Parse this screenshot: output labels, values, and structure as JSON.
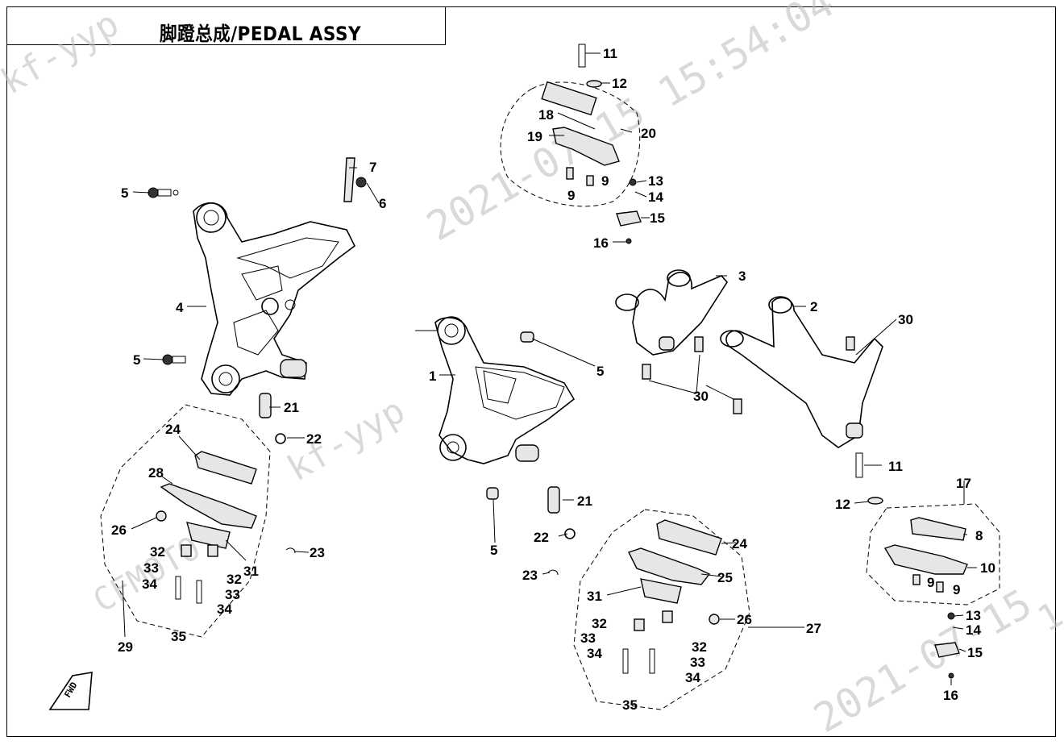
{
  "title": "脚蹬总成/PEDAL ASSY",
  "watermarks": {
    "w1": "kf-yyp",
    "w2": "kf-yyp",
    "w3": "2021-07-15  15:54:04",
    "w4": "2021-07-15",
    "w5": "CFMOTO",
    "w6": "1"
  },
  "fwd_label": "FWD",
  "callouts": {
    "c1": "1",
    "c2": "2",
    "c3": "3",
    "c4": "4",
    "c5a": "5",
    "c5b": "5",
    "c5c": "5",
    "c5d": "5",
    "c6": "6",
    "c7": "7",
    "c8": "8",
    "c9a": "9",
    "c9b": "9",
    "c9c": "9",
    "c9d": "9",
    "c10": "10",
    "c11a": "11",
    "c11b": "11",
    "c12a": "12",
    "c12b": "12",
    "c13a": "13",
    "c13b": "13",
    "c14a": "14",
    "c14b": "14",
    "c15a": "15",
    "c15b": "15",
    "c16a": "16",
    "c16b": "16",
    "c17": "17",
    "c18": "18",
    "c19": "19",
    "c20": "20",
    "c21a": "21",
    "c21b": "21",
    "c22a": "22",
    "c22b": "22",
    "c23a": "23",
    "c23b": "23",
    "c24a": "24",
    "c24b": "24",
    "c25": "25",
    "c26a": "26",
    "c26b": "26",
    "c27": "27",
    "c28": "28",
    "c29": "29",
    "c30a": "30",
    "c30b": "30",
    "c31a": "31",
    "c31b": "31",
    "c32a": "32",
    "c32b": "32",
    "c32c": "32",
    "c32d": "32",
    "c33a": "33",
    "c33b": "33",
    "c33c": "33",
    "c33d": "33",
    "c34a": "34",
    "c34b": "34",
    "c34c": "34",
    "c34d": "34",
    "c35a": "35",
    "c35b": "35"
  }
}
